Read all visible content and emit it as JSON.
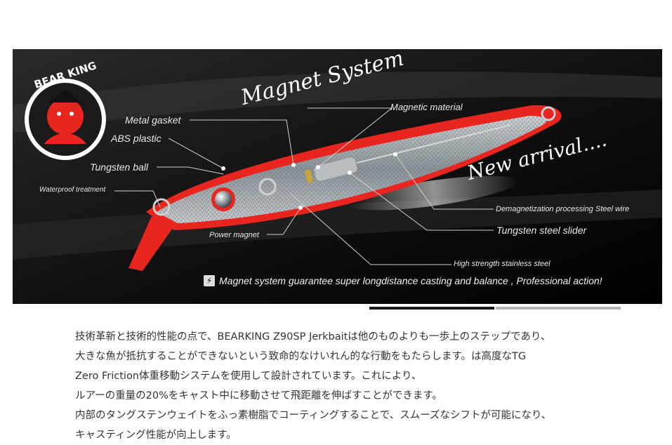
{
  "banner": {
    "brand_badge": "BEAR KING",
    "headline": "Magnet System",
    "new_tag": "New arrival....",
    "labels": {
      "metal_gasket": "Metal gasket",
      "abs_plastic": "ABS plastic",
      "tungsten_ball": "Tungsten ball",
      "waterproof": "Waterproof treatment",
      "power_magnet": "Power magnet",
      "magnetic_material": "Magnetic material",
      "demag_wire": "Demagnetization processing Steel wire",
      "tungsten_slider": "Tungsten steel slider",
      "stainless": "High strength stainless steel"
    },
    "slogan": "Magnet system guarantee super longdistance casting and balance , Professional action!",
    "colors": {
      "body_red": "#e8251f",
      "background": "#0a0a0a"
    }
  },
  "description": {
    "lines": [
      "技術革新と技術的性能の点で、BEARKING Z90SP Jerkbaitは他のものよりも一歩上のステップであり、",
      "大きな魚が抵抗することができないという致命的なけいれん的な行動をもたらします。は高度なTG",
      "Zero Friction体重移動システムを使用して設計されています。これにより、",
      "ルアーの重量の20%をキャスト中に移動させて飛距離を伸ばすことができます。",
      "内部のタングステンウェイトをふっ素樹脂でコーティングすることで、スムーズなシフトが可能になり、",
      "キャスティング性能が向上します。"
    ]
  }
}
